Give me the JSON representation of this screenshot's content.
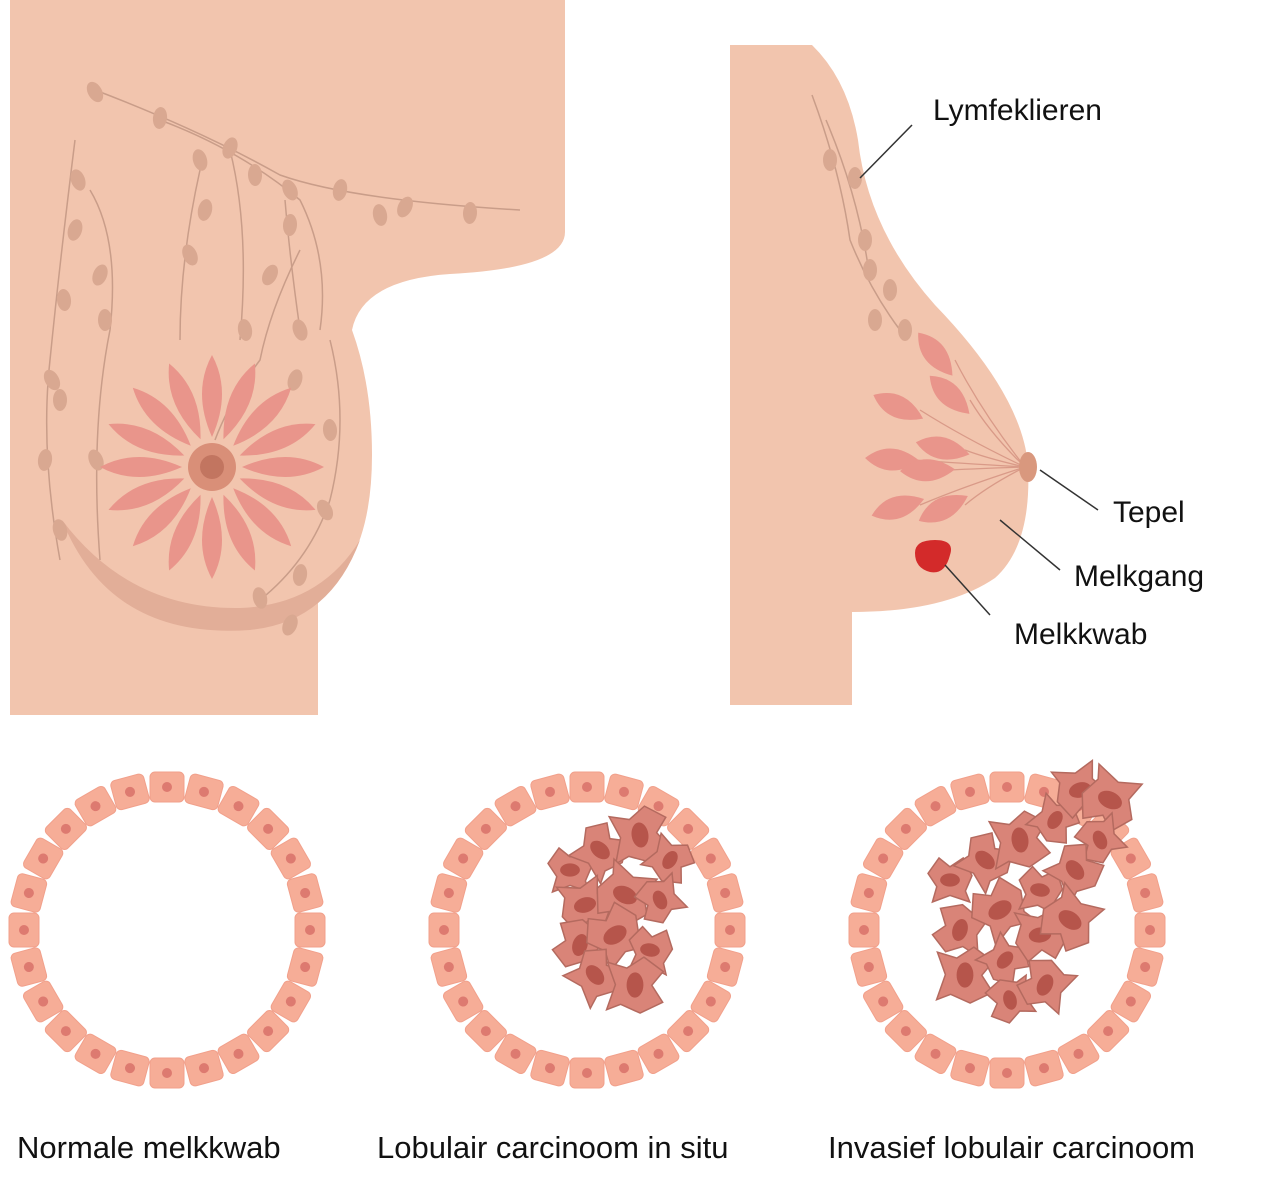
{
  "labels": {
    "lymph_nodes": "Lymfeklieren",
    "nipple": "Tepel",
    "milk_duct": "Melkgang",
    "lobule": "Melkkwab"
  },
  "captions": [
    "Normale melkkwab",
    "Lobulair carcinoom in situ",
    "Invasief lobulair carcinoom"
  ],
  "colors": {
    "skin": "#f2c5ae",
    "lobule": "#e9958b",
    "lymph": "#d9a891",
    "vessel": "#c99d89",
    "tumor_lobe": "#d32a2a",
    "cell": "#f6ad97",
    "nucleus": "#dd7a70",
    "cancer_cell": "#d98478",
    "cancer_nucleus": "#b6554b"
  }
}
